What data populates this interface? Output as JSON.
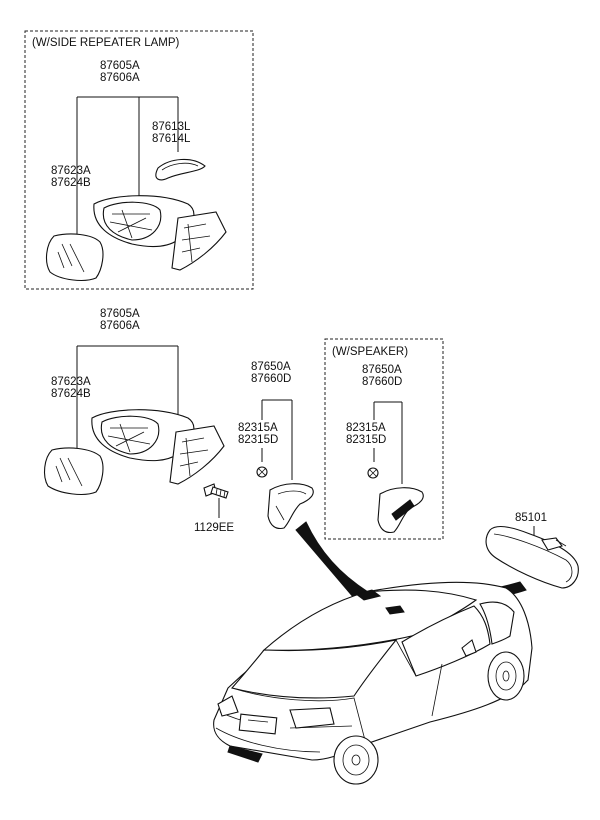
{
  "boxes": {
    "side_repeater_lamp": "(W/SIDE REPEATER LAMP)",
    "speaker": "(W/SPEAKER)"
  },
  "labels": {
    "box1_outer_a": "87605A",
    "box1_outer_b": "87606A",
    "box1_lamp_a": "87613L",
    "box1_lamp_b": "87614L",
    "box1_glass_a": "87623A",
    "box1_glass_b": "87624B",
    "mid_outer_a": "87605A",
    "mid_outer_b": "87606A",
    "mid_glass_a": "87623A",
    "mid_glass_b": "87624B",
    "screw": "1129EE",
    "cover_a": "87650A",
    "cover_b": "87660D",
    "clip_a": "82315A",
    "clip_b": "82315D",
    "spk_cover_a": "87650A",
    "spk_cover_b": "87660D",
    "spk_clip_a": "82315A",
    "spk_clip_b": "82315D",
    "inside_mirror": "85101"
  }
}
